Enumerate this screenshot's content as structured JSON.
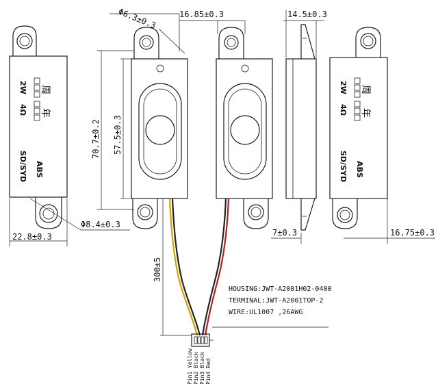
{
  "dimensions": {
    "hole_small": "Φ6.3±0.3",
    "width_top": "16.85±0.3",
    "depth": "14.5±0.3",
    "height_total": "70.7±0.2",
    "height_inner": "57.5±0.3",
    "hole_large": "Φ8.4±0.3",
    "width_bottom": "22.8±0.3",
    "offset": "7±0.3",
    "width_right": "16.75±0.3",
    "wire_length": "300±5"
  },
  "label": {
    "power": "2W",
    "impedance": "4Ω",
    "model": "SD/SYD",
    "material": "ABS",
    "glyph_week": "周",
    "glyph_year": "年"
  },
  "notes": [
    "HOUSING:JWT-A2001H02-0400",
    "TERMINAL:JWT-A2001TOP-2",
    "WIRE:UL1007 ,26AWG"
  ],
  "pins": [
    "Pin1 Yellow",
    "Pin2 Black",
    "Pin3 Black",
    "Pin4 Red"
  ],
  "colors": {
    "yellow_wire": "#d8a000",
    "red_wire": "#b02020",
    "black_wire": "#222222"
  }
}
